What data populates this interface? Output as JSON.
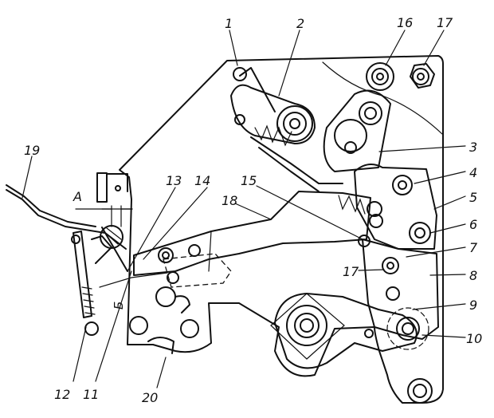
{
  "callouts": [
    {
      "id": "c1",
      "text": "1"
    },
    {
      "id": "c2",
      "text": "2"
    },
    {
      "id": "c3",
      "text": "3"
    },
    {
      "id": "c4",
      "text": "4"
    },
    {
      "id": "c5",
      "text": "5"
    },
    {
      "id": "c6",
      "text": "6"
    },
    {
      "id": "c7",
      "text": "7"
    },
    {
      "id": "c8",
      "text": "8"
    },
    {
      "id": "c9",
      "text": "9"
    },
    {
      "id": "c10",
      "text": "10"
    },
    {
      "id": "c11",
      "text": "11"
    },
    {
      "id": "c12",
      "text": "12"
    },
    {
      "id": "c13",
      "text": "13"
    },
    {
      "id": "c14",
      "text": "14"
    },
    {
      "id": "c15",
      "text": "15"
    },
    {
      "id": "c16",
      "text": "16"
    },
    {
      "id": "c17a",
      "text": "17"
    },
    {
      "id": "c17b",
      "text": "17"
    },
    {
      "id": "c18",
      "text": "18"
    },
    {
      "id": "c19",
      "text": "19"
    },
    {
      "id": "c20",
      "text": "20"
    }
  ],
  "dimension_label": "A",
  "region_label": "Б",
  "colors": {
    "ink": "#111111",
    "paper": "#ffffff"
  }
}
